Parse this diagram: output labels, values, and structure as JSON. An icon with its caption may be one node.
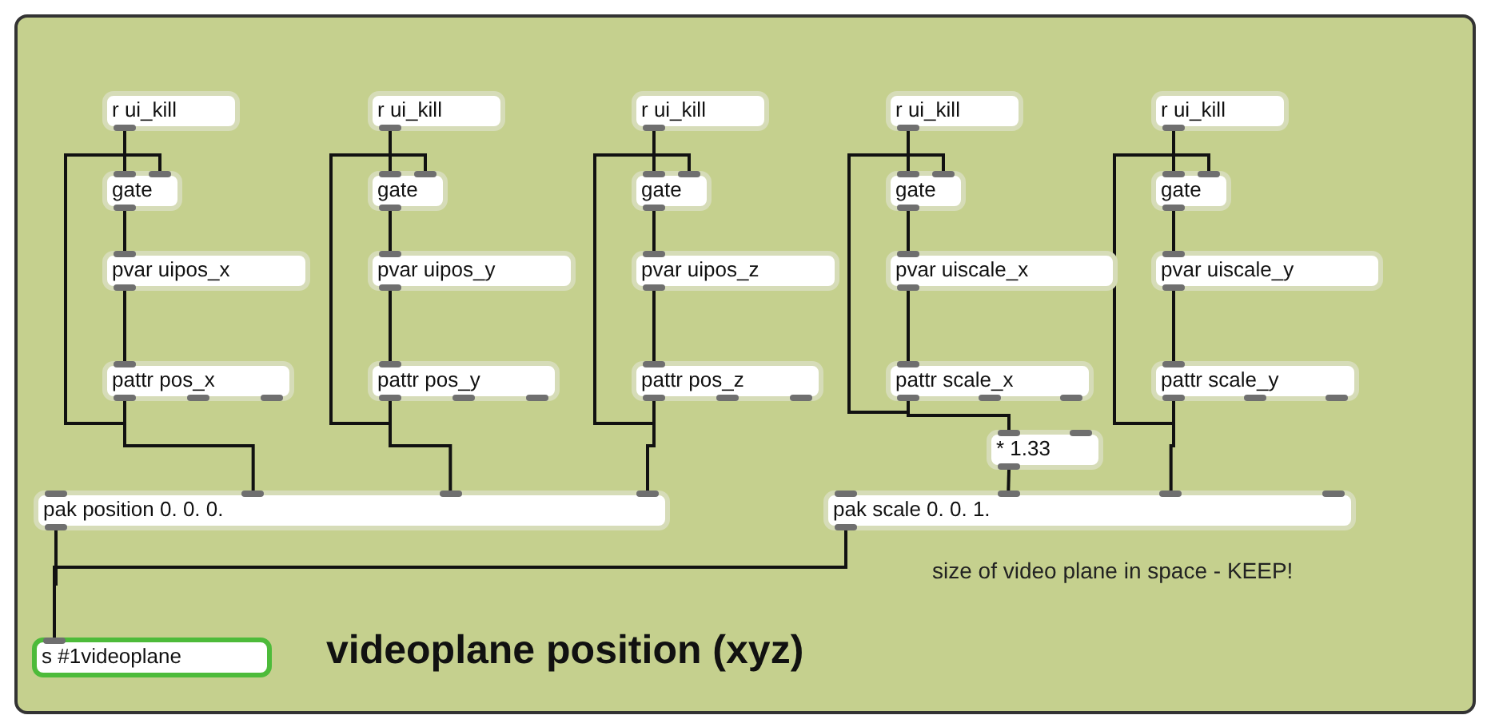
{
  "diagram": {
    "title": "videoplane position (xyz)",
    "nodes": [
      {
        "text": [
          "r ui_kill"
        ]
      },
      {
        "text": [
          "gate"
        ]
      },
      {
        "text": [
          "pvar uipos_x"
        ]
      },
      {
        "text": [
          "pattr pos_x"
        ]
      },
      {
        "text": [
          "r ui_kill"
        ]
      },
      {
        "text": [
          "gate"
        ]
      },
      {
        "text": [
          "pvar uipos_y"
        ]
      },
      {
        "text": [
          "pattr pos_y"
        ]
      },
      {
        "text": [
          "r ui_kill"
        ]
      },
      {
        "text": [
          "gate"
        ]
      },
      {
        "text": [
          "pvar uipos_z"
        ]
      },
      {
        "text": [
          "pattr pos_z"
        ]
      },
      {
        "text": [
          "r ui_kill"
        ]
      },
      {
        "text": [
          "gate"
        ]
      },
      {
        "text": [
          "pvar uiscale_x"
        ]
      },
      {
        "text": [
          "pattr scale_x"
        ]
      },
      {
        "text": [
          "r ui_kill"
        ]
      },
      {
        "text": [
          "gate"
        ]
      },
      {
        "text": [
          "pvar uiscale_y"
        ]
      },
      {
        "text": [
          "pattr scale_y"
        ]
      },
      {
        "text": [
          "* 1.33"
        ]
      },
      {
        "text": [
          "pak position 0. 0. 0."
        ]
      },
      {
        "text": [
          "pak scale 0. 0. 1."
        ]
      },
      {
        "text": [
          "s #1videoplane"
        ]
      }
    ],
    "edges": [
      {
        "from": 0,
        "to": 1,
        "arrow": "none"
      },
      {
        "from": 1,
        "to": 2,
        "arrow": "none"
      },
      {
        "from": 2,
        "to": 3,
        "arrow": "none"
      },
      {
        "from": 3,
        "to": 1,
        "arrow": "none"
      },
      {
        "from": 3,
        "to": 21,
        "arrow": "none"
      },
      {
        "from": 4,
        "to": 5,
        "arrow": "none"
      },
      {
        "from": 5,
        "to": 6,
        "arrow": "none"
      },
      {
        "from": 6,
        "to": 7,
        "arrow": "none"
      },
      {
        "from": 7,
        "to": 5,
        "arrow": "none"
      },
      {
        "from": 7,
        "to": 21,
        "arrow": "none"
      },
      {
        "from": 8,
        "to": 9,
        "arrow": "none"
      },
      {
        "from": 9,
        "to": 10,
        "arrow": "none"
      },
      {
        "from": 10,
        "to": 11,
        "arrow": "none"
      },
      {
        "from": 11,
        "to": 9,
        "arrow": "none"
      },
      {
        "from": 11,
        "to": 21,
        "arrow": "none"
      },
      {
        "from": 12,
        "to": 13,
        "arrow": "none"
      },
      {
        "from": 13,
        "to": 14,
        "arrow": "none"
      },
      {
        "from": 14,
        "to": 15,
        "arrow": "none"
      },
      {
        "from": 15,
        "to": 13,
        "arrow": "none"
      },
      {
        "from": 15,
        "to": 20,
        "arrow": "none"
      },
      {
        "from": 16,
        "to": 17,
        "arrow": "none"
      },
      {
        "from": 17,
        "to": 18,
        "arrow": "none"
      },
      {
        "from": 18,
        "to": 19,
        "arrow": "none"
      },
      {
        "from": 19,
        "to": 17,
        "arrow": "none"
      },
      {
        "from": 19,
        "to": 22,
        "arrow": "none"
      },
      {
        "from": 20,
        "to": 22,
        "arrow": "none"
      },
      {
        "from": 21,
        "to": 23,
        "arrow": "none"
      },
      {
        "from": 22,
        "to": 23,
        "arrow": "none"
      }
    ],
    "labels": [
      "size of video plane in space - KEEP!"
    ]
  }
}
